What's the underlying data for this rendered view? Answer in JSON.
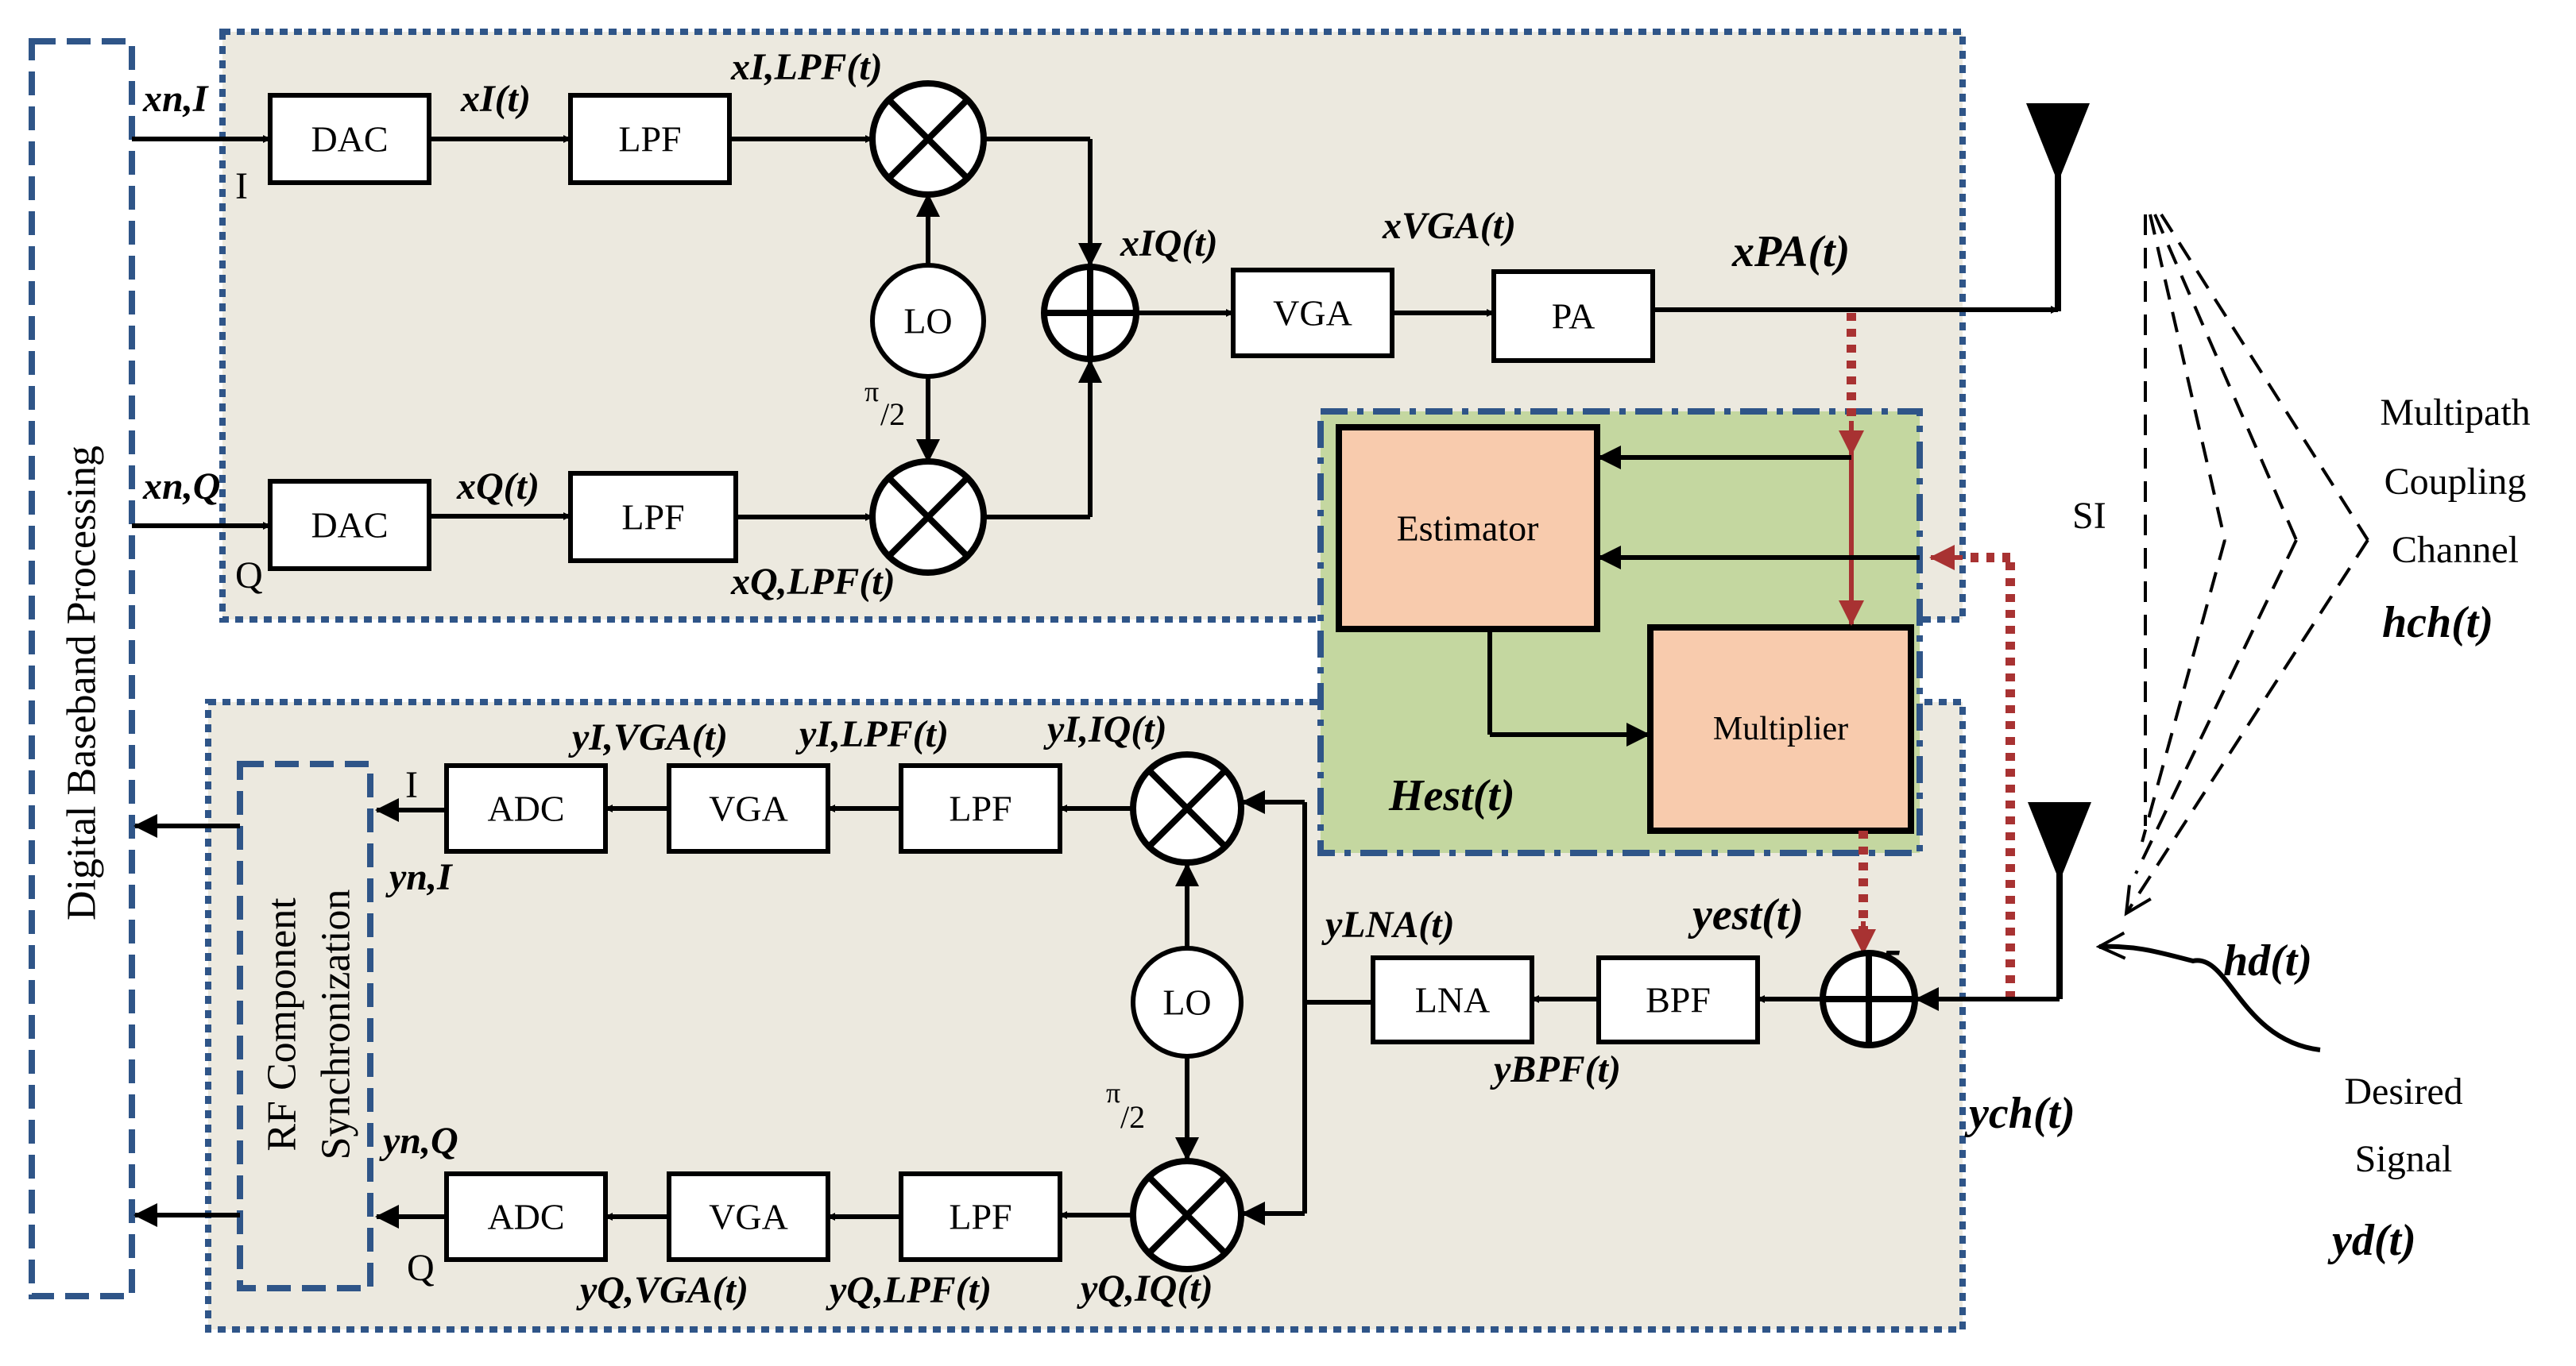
{
  "baseband": {
    "label": "Digital Baseband Processing"
  },
  "sync": {
    "label_line1": "RF Component",
    "label_line2": "Synchronization"
  },
  "transmitter": {
    "dac": "DAC",
    "lpf": "LPF",
    "lo": "LO",
    "vga": "VGA",
    "pa": "PA",
    "i_label": "I",
    "q_label": "Q",
    "phase_num": "π",
    "phase_den": "/2",
    "signals": {
      "x_nI": "xn,I",
      "x_nQ": "xn,Q",
      "x_I": "xI(t)",
      "x_Q": "xQ(t)",
      "x_ILPF": "xI,LPF(t)",
      "x_QLPF": "xQ,LPF(t)",
      "x_IQ": "xIQ(t)",
      "x_VGA": "xVGA(t)",
      "x_PA": "xPA(t)"
    }
  },
  "canceller": {
    "estimator": "Estimator",
    "multiplier": "Multiplier",
    "h_est": "Hest(t)",
    "minus_sign": "-"
  },
  "receiver": {
    "adc": "ADC",
    "vga": "VGA",
    "lpf": "LPF",
    "lo": "LO",
    "lna": "LNA",
    "bpf": "BPF",
    "i_label": "I",
    "q_label": "Q",
    "phase_num": "π",
    "phase_den": "/2",
    "signals": {
      "y_nI": "yn,I",
      "y_nQ": "yn,Q",
      "y_IVGA": "yI,VGA(t)",
      "y_ILPF": "yI,LPF(t)",
      "y_IIQ": "yI,IQ(t)",
      "y_QVGA": "yQ,VGA(t)",
      "y_QLPF": "yQ,LPF(t)",
      "y_QIQ": "yQ,IQ(t)",
      "y_LNA": "yLNA(t)",
      "y_BPF": "yBPF(t)",
      "y_est": "yest(t)",
      "y_ch": "ych(t)"
    }
  },
  "channel": {
    "si": "SI",
    "multipath_line1": "Multipath",
    "multipath_line2": "Coupling",
    "multipath_line3": "Channel",
    "h_ch": "hch(t)",
    "h_d": "hd(t)",
    "desired_line1": "Desired",
    "desired_line2": "Signal",
    "y_d": "yd(t)"
  },
  "colors": {
    "tx_rx_panel": "#ece9df",
    "panel_border": "#2f5588",
    "canceller_panel": "#c4d7a0",
    "canceller_block": "#f8cbad",
    "feedback_arrow": "#a83232"
  }
}
